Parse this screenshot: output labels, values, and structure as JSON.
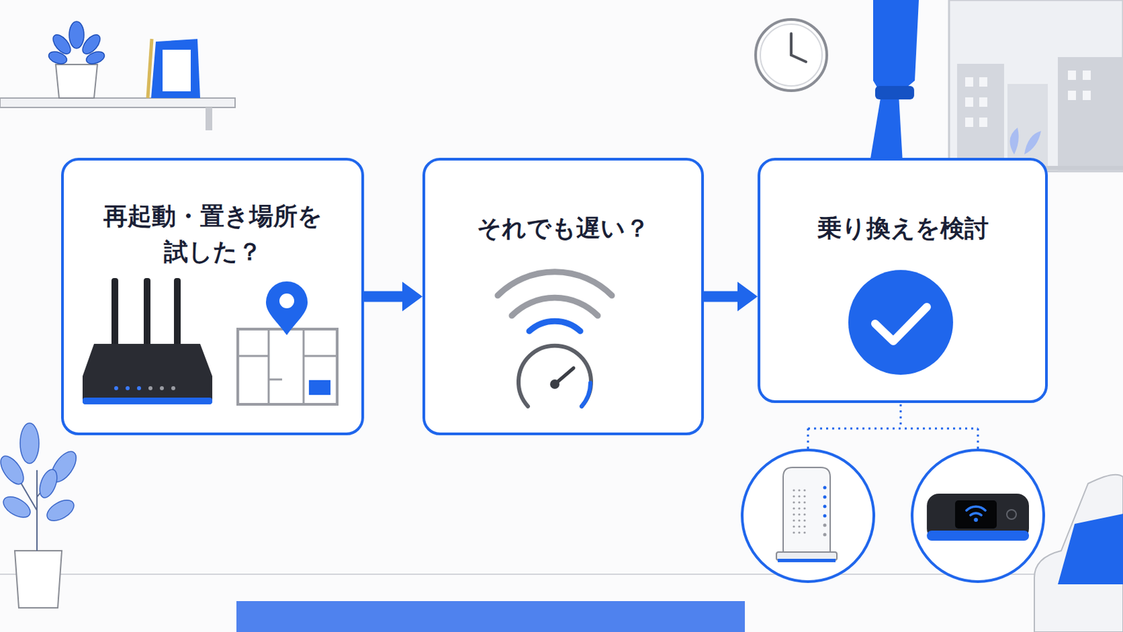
{
  "diagram": {
    "nodes": [
      {
        "text": [
          "再起動・置き場所を 試した？"
        ]
      },
      {
        "text": [
          "それでも遅い？"
        ]
      },
      {
        "text": [
          "乗り換えを検討"
        ]
      }
    ],
    "edges": [
      {
        "from": 0,
        "to": 1,
        "arrow": "to"
      },
      {
        "from": 1,
        "to": 2,
        "arrow": "to"
      }
    ]
  }
}
